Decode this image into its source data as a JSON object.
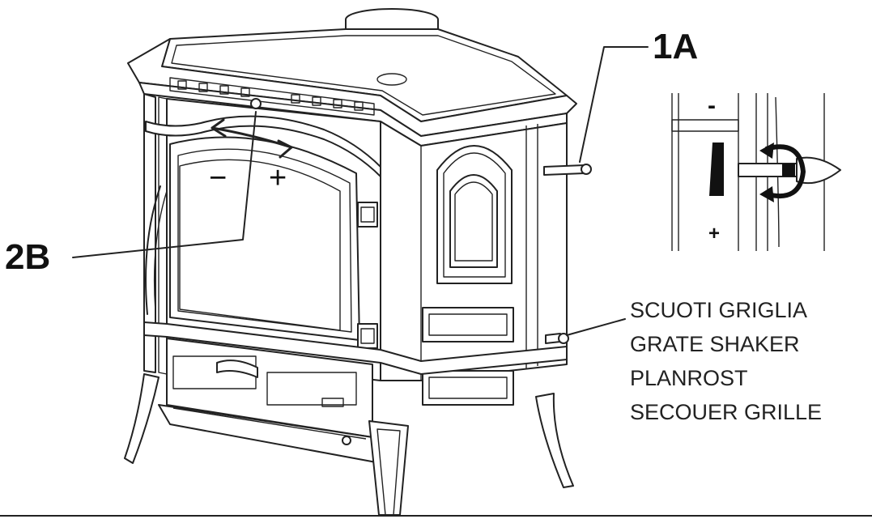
{
  "labels": {
    "lever_1a": "1A",
    "lever_2b": "2B",
    "minus_sign": "−",
    "plus_sign": "+"
  },
  "grate_shaker": {
    "lines": [
      "SCUOTI GRIGLIA",
      "GRATE SHAKER",
      "PLANROST",
      "SECOUER GRILLE"
    ]
  },
  "detail": {
    "minus_mark": "-",
    "plus_mark": "+"
  }
}
